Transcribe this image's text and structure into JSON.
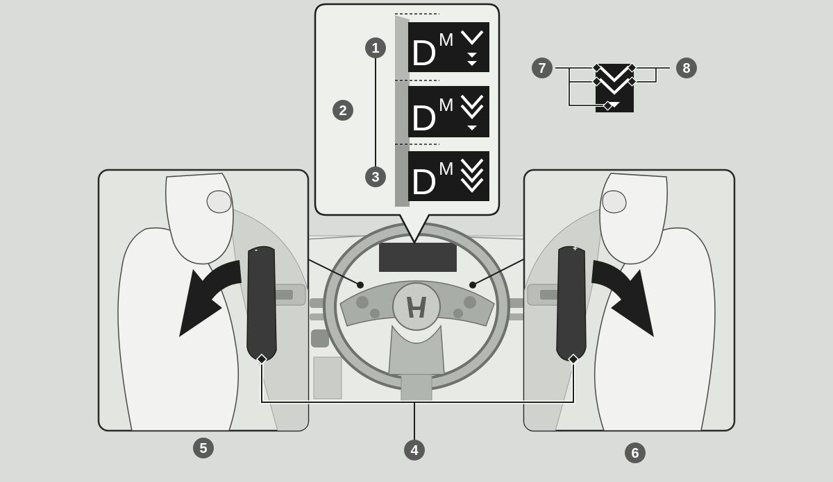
{
  "display": {
    "gear_letter": "D",
    "mode_superscript": "M"
  },
  "paddles": {
    "minus_sign": "-",
    "plus_sign": "+"
  },
  "callouts": [
    "1",
    "2",
    "3",
    "4",
    "5",
    "6",
    "7",
    "8"
  ],
  "colors": {
    "background": "#d9dcd8",
    "display_panel": "#1a1a1a",
    "callout_badge": "#5a5a5a",
    "outline": "#2a2a2a",
    "arrow": "#1e1e1e"
  },
  "icons": [
    "shift-down-arrow-icon",
    "downshift-left-arrow-icon",
    "upshift-right-arrow-icon",
    "steering-wheel-icon",
    "honda-logo-icon"
  ]
}
